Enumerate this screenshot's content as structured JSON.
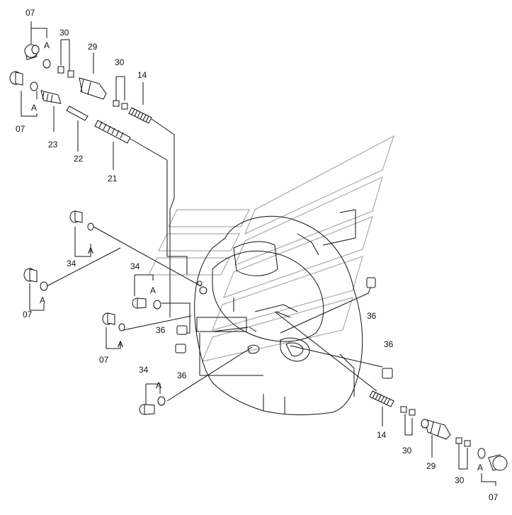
{
  "callouts": [
    {
      "id": "c07a",
      "text": "07"
    },
    {
      "id": "c30a",
      "text": "30"
    },
    {
      "id": "c29a",
      "text": "29"
    },
    {
      "id": "c30b",
      "text": "30"
    },
    {
      "id": "c14a",
      "text": "14"
    },
    {
      "id": "cA1",
      "text": "A"
    },
    {
      "id": "cA2",
      "text": "A"
    },
    {
      "id": "c07b",
      "text": "07"
    },
    {
      "id": "c23",
      "text": "23"
    },
    {
      "id": "c22",
      "text": "22"
    },
    {
      "id": "c21",
      "text": "21"
    },
    {
      "id": "cA3",
      "text": "A"
    },
    {
      "id": "c34a",
      "text": "34"
    },
    {
      "id": "cA4",
      "text": "A"
    },
    {
      "id": "c07c",
      "text": "07"
    },
    {
      "id": "c34b",
      "text": "34"
    },
    {
      "id": "cA5",
      "text": "A"
    },
    {
      "id": "c36a",
      "text": "36"
    },
    {
      "id": "cA6",
      "text": "A"
    },
    {
      "id": "c07d",
      "text": "07"
    },
    {
      "id": "c36b",
      "text": "36"
    },
    {
      "id": "c36c",
      "text": "36"
    },
    {
      "id": "c36d",
      "text": "36"
    },
    {
      "id": "c34c",
      "text": "34"
    },
    {
      "id": "cA7",
      "text": "A"
    },
    {
      "id": "c14b",
      "text": "14"
    },
    {
      "id": "c30c",
      "text": "30"
    },
    {
      "id": "c29b",
      "text": "29"
    },
    {
      "id": "c30d",
      "text": "30"
    },
    {
      "id": "cA8",
      "text": "A"
    },
    {
      "id": "c07e",
      "text": "07"
    }
  ]
}
